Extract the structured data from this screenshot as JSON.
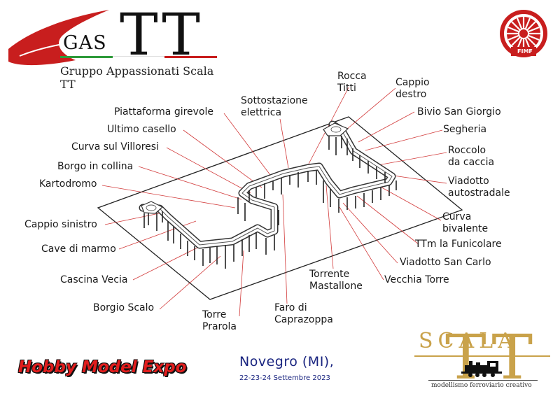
{
  "header": {
    "logo_gas": "GAS",
    "logo_tt": "TT",
    "subtitle": "Gruppo Appassionati Scala TT"
  },
  "badge": {
    "text": "FIMF"
  },
  "labels": {
    "rocca_titti": [
      "Rocca",
      "Titti"
    ],
    "cappio_destro": [
      "Cappio",
      "destro"
    ],
    "sottostazione": [
      "Sottostazione",
      "elettrica"
    ],
    "piattaforma": "Piattaforma girevole",
    "bivio": "Bivio San Giorgio",
    "ultimo_casello": "Ultimo casello",
    "segheria": "Segheria",
    "curva_villoresi": "Curva sul Villoresi",
    "roccolo": [
      "Roccolo",
      "da caccia"
    ],
    "borgo_collina": "Borgo in collina",
    "viadotto_autostradale": [
      "Viadotto",
      "autostradale"
    ],
    "kartodromo": "Kartodromo",
    "curva_bivalente": [
      "Curva",
      "bivalente"
    ],
    "cappio_sinistro": "Cappio sinistro",
    "ttm_funicolare": "TTm la Funicolare",
    "cave_marmo": "Cave di marmo",
    "viadotto_san_carlo": "Viadotto San Carlo",
    "torrente": [
      "Torrente",
      "Mastallone"
    ],
    "cascina": "Cascina Vecia",
    "vecchia_torre": "Vecchia Torre",
    "faro": [
      "Faro di",
      "Caprazoppa"
    ],
    "borgio": "Borgio Scalo",
    "torre_prarola": [
      "Torre",
      "Prarola"
    ]
  },
  "footer": {
    "hobby_model_expo": "Hobby Model Expo",
    "location": "Novegro (MI),",
    "dates": "22-23-24 Settembre 2023",
    "scala_word": "SCALA",
    "scala_tt": "TT",
    "tagline": "modellismo ferroviario creativo"
  },
  "colors": {
    "logo_red": "#c81e1e",
    "italian_green": "#2e9a3a",
    "gold": "#c9a24a",
    "leader_lines": "#d23b3b",
    "text_blue": "#1a2580"
  }
}
